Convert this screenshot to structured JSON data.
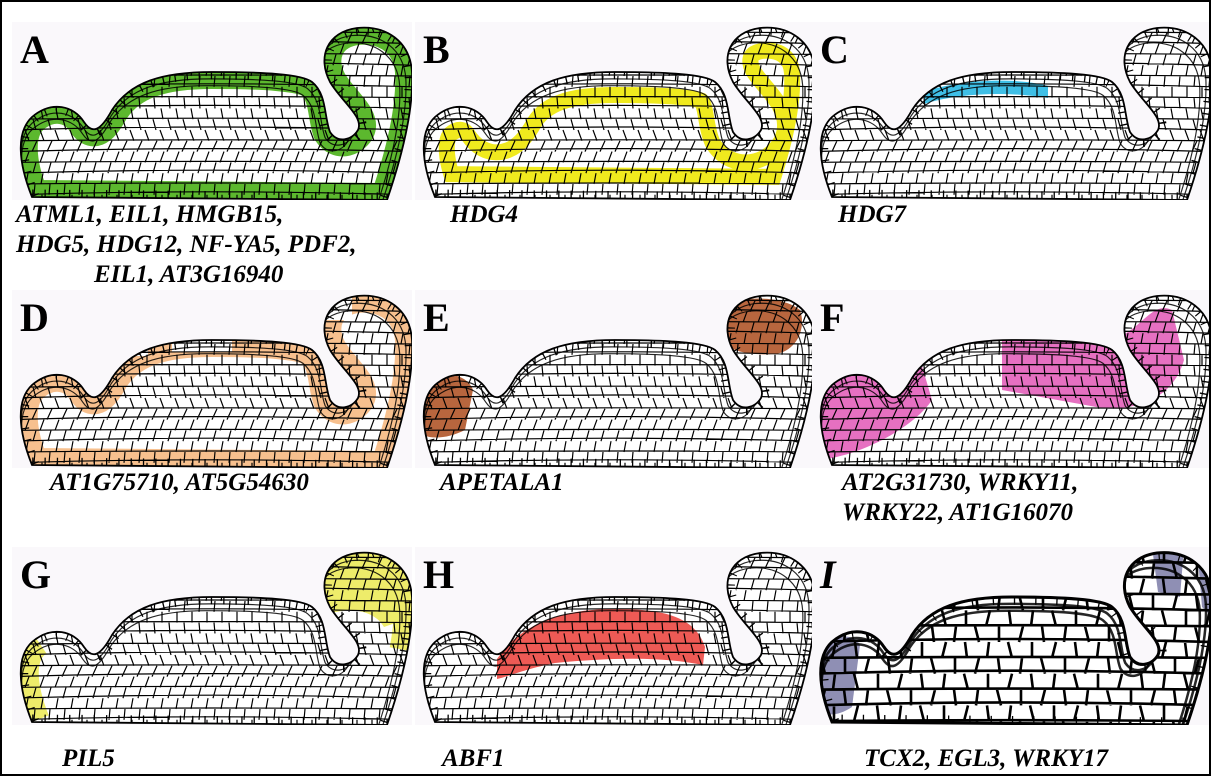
{
  "panels": [
    {
      "letter": "A",
      "caption_lines": [
        "ATML1, EIL1, HMGB15,",
        "HDG5, HDG12, NF-YA5, PDF2,",
        "EIL1, AT3G16940"
      ],
      "color": "#5cb82e",
      "pattern": "outer_full",
      "name": "a"
    },
    {
      "letter": "B",
      "caption_lines": [
        "HDG4"
      ],
      "color": "#f0ea1e",
      "pattern": "second_layer",
      "name": "b"
    },
    {
      "letter": "C",
      "caption_lines": [
        "HDG7"
      ],
      "color": "#3fbfe6",
      "pattern": "top_center",
      "name": "c"
    },
    {
      "letter": "D",
      "caption_lines": [
        "AT1G75710, AT5G54630"
      ],
      "color": "#f7c08e",
      "pattern": "outer_patchy",
      "name": "d"
    },
    {
      "letter": "E",
      "caption_lines": [
        "APETALA1"
      ],
      "color": "#b8663e",
      "pattern": "primordia_tips",
      "name": "e"
    },
    {
      "letter": "F",
      "caption_lines": [
        "AT2G31730, WRKY11,",
        "WRKY22, AT1G16070"
      ],
      "color": "#e670c1",
      "pattern": "broad_regions",
      "name": "f"
    },
    {
      "letter": "G",
      "caption_lines": [
        "PIL5"
      ],
      "color": "#eeec6a",
      "pattern": "outer_tips",
      "name": "g"
    },
    {
      "letter": "H",
      "caption_lines": [
        "ABF1"
      ],
      "color": "#ee5a55",
      "pattern": "center_block",
      "name": "h"
    },
    {
      "letter": "I",
      "caption_lines": [
        "TCX2, EGL3, WRKY17"
      ],
      "color": "#8f8fb4",
      "pattern": "bold_edges",
      "name": "i"
    }
  ]
}
